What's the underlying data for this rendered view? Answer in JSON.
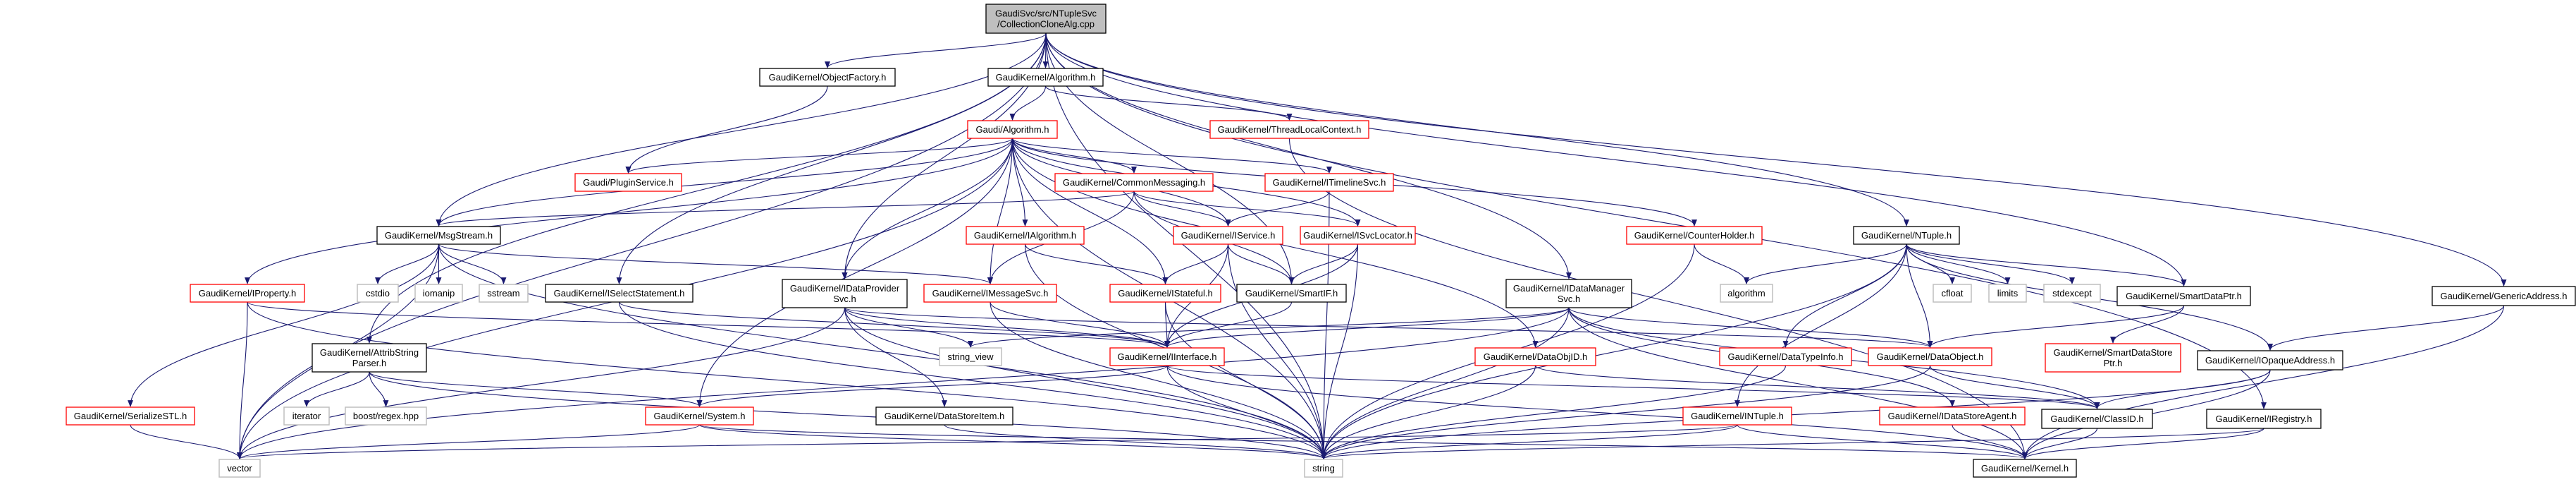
{
  "graph_title": "",
  "colors": {
    "edge": "#191970",
    "documented_border": "#000000",
    "truncated_border": "#ff0000",
    "external_border": "#bfbfbf",
    "root_fill": "#bfbfbf",
    "node_fill": "#ffffff"
  },
  "nodes": {
    "root": {
      "lines": [
        "GaudiSvc/src/NTupleSvc",
        "/CollectionCloneAlg.cpp"
      ],
      "kind": "root"
    },
    "objfac": {
      "lines": [
        "GaudiKernel/ObjectFactory.h"
      ],
      "kind": "documented"
    },
    "gkalg": {
      "lines": [
        "GaudiKernel/Algorithm.h"
      ],
      "kind": "documented"
    },
    "galg": {
      "lines": [
        "Gaudi/Algorithm.h"
      ],
      "kind": "truncated"
    },
    "tlc": {
      "lines": [
        "GaudiKernel/ThreadLocalContext.h"
      ],
      "kind": "truncated"
    },
    "plugin": {
      "lines": [
        "Gaudi/PluginService.h"
      ],
      "kind": "truncated"
    },
    "cmsg": {
      "lines": [
        "GaudiKernel/CommonMessaging.h"
      ],
      "kind": "truncated"
    },
    "itl": {
      "lines": [
        "GaudiKernel/ITimelineSvc.h"
      ],
      "kind": "truncated"
    },
    "msg": {
      "lines": [
        "GaudiKernel/MsgStream.h"
      ],
      "kind": "documented"
    },
    "ialg": {
      "lines": [
        "GaudiKernel/IAlgorithm.h"
      ],
      "kind": "truncated"
    },
    "isvc": {
      "lines": [
        "GaudiKernel/IService.h"
      ],
      "kind": "truncated"
    },
    "isl": {
      "lines": [
        "GaudiKernel/ISvcLocator.h"
      ],
      "kind": "truncated"
    },
    "ch": {
      "lines": [
        "GaudiKernel/CounterHolder.h"
      ],
      "kind": "truncated"
    },
    "ntuple": {
      "lines": [
        "GaudiKernel/NTuple.h"
      ],
      "kind": "documented"
    },
    "iprop": {
      "lines": [
        "GaudiKernel/IProperty.h"
      ],
      "kind": "truncated"
    },
    "cstdio": {
      "lines": [
        "cstdio"
      ],
      "kind": "external"
    },
    "iomanip": {
      "lines": [
        "iomanip"
      ],
      "kind": "external"
    },
    "sstream": {
      "lines": [
        "sstream"
      ],
      "kind": "external"
    },
    "isel": {
      "lines": [
        "GaudiKernel/ISelectStatement.h"
      ],
      "kind": "documented"
    },
    "idp": {
      "lines": [
        "GaudiKernel/IDataProvider",
        "Svc.h"
      ],
      "kind": "documented"
    },
    "imsg": {
      "lines": [
        "GaudiKernel/IMessageSvc.h"
      ],
      "kind": "truncated"
    },
    "istate": {
      "lines": [
        "GaudiKernel/IStateful.h"
      ],
      "kind": "truncated"
    },
    "smartif": {
      "lines": [
        "GaudiKernel/SmartIF.h"
      ],
      "kind": "documented"
    },
    "idm": {
      "lines": [
        "GaudiKernel/IDataManager",
        "Svc.h"
      ],
      "kind": "documented"
    },
    "algo": {
      "lines": [
        "algorithm"
      ],
      "kind": "external"
    },
    "cfloat": {
      "lines": [
        "cfloat"
      ],
      "kind": "external"
    },
    "limits": {
      "lines": [
        "limits"
      ],
      "kind": "external"
    },
    "stdexcept": {
      "lines": [
        "stdexcept"
      ],
      "kind": "external"
    },
    "sdp": {
      "lines": [
        "GaudiKernel/SmartDataPtr.h"
      ],
      "kind": "documented"
    },
    "gen": {
      "lines": [
        "GaudiKernel/GenericAddress.h"
      ],
      "kind": "documented"
    },
    "asp": {
      "lines": [
        "GaudiKernel/AttribString",
        "Parser.h"
      ],
      "kind": "documented"
    },
    "sv": {
      "lines": [
        "string_view"
      ],
      "kind": "external"
    },
    "iif": {
      "lines": [
        "GaudiKernel/IInterface.h"
      ],
      "kind": "truncated"
    },
    "doid": {
      "lines": [
        "GaudiKernel/DataObjID.h"
      ],
      "kind": "truncated"
    },
    "dti": {
      "lines": [
        "GaudiKernel/DataTypeInfo.h"
      ],
      "kind": "truncated"
    },
    "dobj": {
      "lines": [
        "GaudiKernel/DataObject.h"
      ],
      "kind": "truncated"
    },
    "sdsp": {
      "lines": [
        "GaudiKernel/SmartDataStore",
        "Ptr.h"
      ],
      "kind": "truncated"
    },
    "iopq": {
      "lines": [
        "GaudiKernel/IOpaqueAddress.h"
      ],
      "kind": "documented"
    },
    "sstl": {
      "lines": [
        "GaudiKernel/SerializeSTL.h"
      ],
      "kind": "truncated"
    },
    "iter": {
      "lines": [
        "iterator"
      ],
      "kind": "external"
    },
    "boost": {
      "lines": [
        "boost/regex.hpp"
      ],
      "kind": "external"
    },
    "sys": {
      "lines": [
        "GaudiKernel/System.h"
      ],
      "kind": "truncated"
    },
    "dsi": {
      "lines": [
        "GaudiKernel/DataStoreItem.h"
      ],
      "kind": "documented"
    },
    "intuple": {
      "lines": [
        "GaudiKernel/INTuple.h"
      ],
      "kind": "truncated"
    },
    "idsa": {
      "lines": [
        "GaudiKernel/IDataStoreAgent.h"
      ],
      "kind": "truncated"
    },
    "cid": {
      "lines": [
        "GaudiKernel/ClassID.h"
      ],
      "kind": "documented"
    },
    "ireg": {
      "lines": [
        "GaudiKernel/IRegistry.h"
      ],
      "kind": "documented"
    },
    "vector": {
      "lines": [
        "vector"
      ],
      "kind": "external"
    },
    "string": {
      "lines": [
        "string"
      ],
      "kind": "external"
    },
    "kernel": {
      "lines": [
        "GaudiKernel/Kernel.h"
      ],
      "kind": "documented"
    }
  },
  "edges": [
    [
      "root",
      "objfac"
    ],
    [
      "root",
      "gkalg"
    ],
    [
      "root",
      "msg"
    ],
    [
      "root",
      "vector"
    ],
    [
      "root",
      "asp"
    ],
    [
      "root",
      "isel"
    ],
    [
      "root",
      "idp"
    ],
    [
      "root",
      "idm"
    ],
    [
      "root",
      "smartif"
    ],
    [
      "root",
      "ntuple"
    ],
    [
      "root",
      "sdp"
    ],
    [
      "root",
      "gen"
    ],
    [
      "root",
      "ireg"
    ],
    [
      "root",
      "string"
    ],
    [
      "objfac",
      "plugin"
    ],
    [
      "gkalg",
      "galg"
    ],
    [
      "gkalg",
      "tlc"
    ],
    [
      "tlc",
      "kernel"
    ],
    [
      "galg",
      "plugin"
    ],
    [
      "galg",
      "cmsg"
    ],
    [
      "galg",
      "itl"
    ],
    [
      "galg",
      "ialg"
    ],
    [
      "galg",
      "isvc"
    ],
    [
      "galg",
      "isl"
    ],
    [
      "galg",
      "istate"
    ],
    [
      "galg",
      "imsg"
    ],
    [
      "galg",
      "idp"
    ],
    [
      "galg",
      "iprop"
    ],
    [
      "galg",
      "sys"
    ],
    [
      "galg",
      "string"
    ],
    [
      "galg",
      "vector"
    ],
    [
      "galg",
      "ch"
    ],
    [
      "galg",
      "doid"
    ],
    [
      "galg",
      "msg"
    ],
    [
      "cmsg",
      "msg"
    ],
    [
      "cmsg",
      "imsg"
    ],
    [
      "cmsg",
      "isvc"
    ],
    [
      "cmsg",
      "isl"
    ],
    [
      "cmsg",
      "smartif"
    ],
    [
      "itl",
      "isvc"
    ],
    [
      "itl",
      "string"
    ],
    [
      "ialg",
      "istate"
    ],
    [
      "ialg",
      "string"
    ],
    [
      "isvc",
      "istate"
    ],
    [
      "isvc",
      "smartif"
    ],
    [
      "isvc",
      "iif"
    ],
    [
      "isvc",
      "string"
    ],
    [
      "isl",
      "smartif"
    ],
    [
      "isl",
      "iif"
    ],
    [
      "isl",
      "string"
    ],
    [
      "ch",
      "algo"
    ],
    [
      "ch",
      "string"
    ],
    [
      "ntuple",
      "algo"
    ],
    [
      "ntuple",
      "cfloat"
    ],
    [
      "ntuple",
      "limits"
    ],
    [
      "ntuple",
      "stdexcept"
    ],
    [
      "ntuple",
      "sdp"
    ],
    [
      "ntuple",
      "iopq"
    ],
    [
      "ntuple",
      "dobj"
    ],
    [
      "ntuple",
      "dti"
    ],
    [
      "ntuple",
      "intuple"
    ],
    [
      "ntuple",
      "string"
    ],
    [
      "msg",
      "cstdio"
    ],
    [
      "msg",
      "iomanip"
    ],
    [
      "msg",
      "sstream"
    ],
    [
      "msg",
      "imsg"
    ],
    [
      "msg",
      "sstl"
    ],
    [
      "msg",
      "vector"
    ],
    [
      "msg",
      "string"
    ],
    [
      "iprop",
      "iif"
    ],
    [
      "iprop",
      "vector"
    ],
    [
      "iprop",
      "string"
    ],
    [
      "isel",
      "iif"
    ],
    [
      "isel",
      "string"
    ],
    [
      "idp",
      "iif"
    ],
    [
      "idp",
      "sv"
    ],
    [
      "idp",
      "dsi"
    ],
    [
      "idp",
      "string"
    ],
    [
      "idp",
      "dobj"
    ],
    [
      "idp",
      "vector"
    ],
    [
      "imsg",
      "iif"
    ],
    [
      "imsg",
      "string"
    ],
    [
      "istate",
      "iif"
    ],
    [
      "istate",
      "string"
    ],
    [
      "smartif",
      "iif"
    ],
    [
      "idm",
      "iif"
    ],
    [
      "idm",
      "sv"
    ],
    [
      "idm",
      "dobj"
    ],
    [
      "idm",
      "cid"
    ],
    [
      "idm",
      "string"
    ],
    [
      "idm",
      "vector"
    ],
    [
      "idm",
      "idsa"
    ],
    [
      "idm",
      "kernel"
    ],
    [
      "sdp",
      "dobj"
    ],
    [
      "sdp",
      "sdsp"
    ],
    [
      "gen",
      "iopq"
    ],
    [
      "gen",
      "kernel"
    ],
    [
      "asp",
      "iter"
    ],
    [
      "asp",
      "boost"
    ],
    [
      "asp",
      "sys"
    ],
    [
      "asp",
      "string"
    ],
    [
      "iif",
      "sys"
    ],
    [
      "iif",
      "cid"
    ],
    [
      "iif",
      "kernel"
    ],
    [
      "iif",
      "string"
    ],
    [
      "doid",
      "string"
    ],
    [
      "doid",
      "cid"
    ],
    [
      "dti",
      "string"
    ],
    [
      "dobj",
      "cid"
    ],
    [
      "dobj",
      "string"
    ],
    [
      "iopq",
      "cid"
    ],
    [
      "iopq",
      "string"
    ],
    [
      "iopq",
      "kernel"
    ],
    [
      "sstl",
      "vector"
    ],
    [
      "sys",
      "vector"
    ],
    [
      "sys",
      "string"
    ],
    [
      "sys",
      "kernel"
    ],
    [
      "dsi",
      "string"
    ],
    [
      "intuple",
      "vector"
    ],
    [
      "intuple",
      "string"
    ],
    [
      "intuple",
      "kernel"
    ],
    [
      "idsa",
      "kernel"
    ],
    [
      "cid",
      "kernel"
    ],
    [
      "ireg",
      "kernel"
    ],
    [
      "ireg",
      "string"
    ]
  ]
}
